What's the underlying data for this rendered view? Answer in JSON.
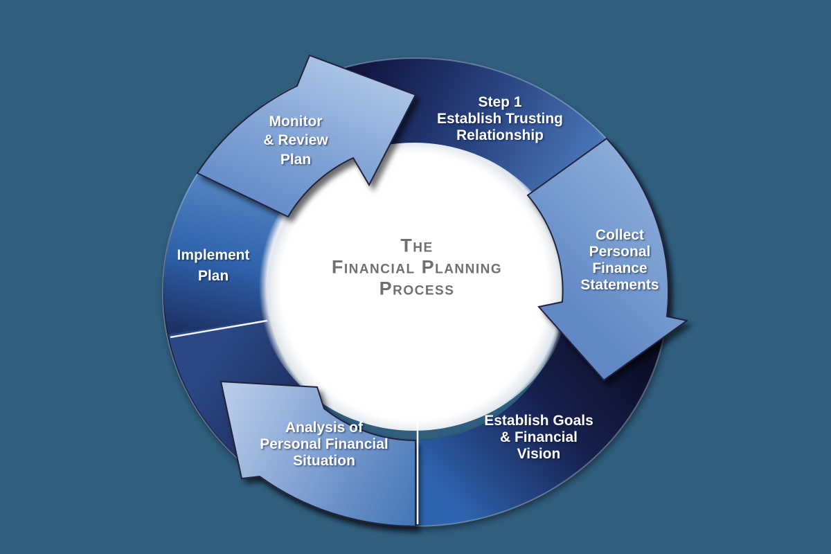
{
  "diagram": {
    "center_title": "The\nFinancial Planning\nProcess",
    "steps": [
      {
        "id": "establish-trust",
        "label": "Step 1\nEstablish Trusting\nRelationship"
      },
      {
        "id": "collect-statements",
        "label": "Collect\nPersonal\nFinance\nStatements"
      },
      {
        "id": "goals-vision",
        "label": "Establish Goals\n& Financial\nVision"
      },
      {
        "id": "analysis",
        "label": "Analysis of\nPersonal Financial\nSituation"
      },
      {
        "id": "implement",
        "label": "Implement\nPlan"
      },
      {
        "id": "monitor-review",
        "label": "Monitor\n& Review\nPlan"
      }
    ],
    "colors": {
      "background": "#305e7f",
      "ring_dark_navy": "#0c102b",
      "segment_medium_blue": "#2e63ad",
      "arrow_light_blue": "#a6c0e4",
      "label_text": "#ffffff",
      "center_title_text": "#6f6f6f",
      "divider_line": "#ffffff"
    }
  }
}
